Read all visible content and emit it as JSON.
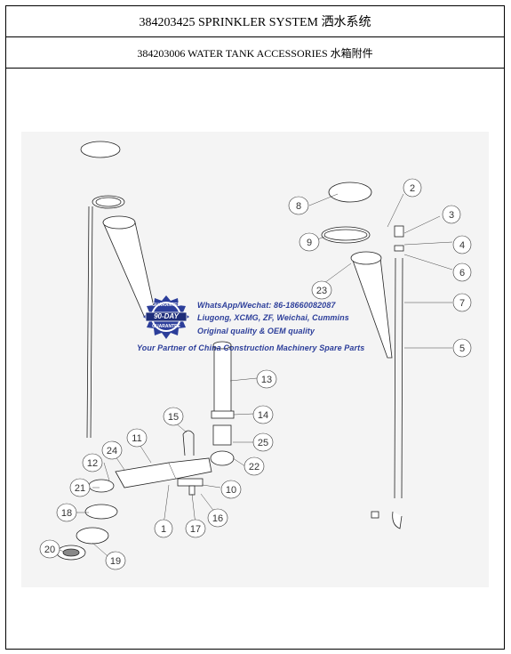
{
  "header": {
    "system_title": "384203425 SPRINKLER SYSTEM 洒水系统",
    "group_title": "384203006 WATER TANK ACCESSORIES 水箱附件"
  },
  "watermark": {
    "line1": "WhatsApp/Wechat: 86-18660082087",
    "line2": "Liugong, XCMG, ZF, Weichai, Cummins",
    "line3": "Original quality & OEM quality",
    "line4": "Your Partner of China Construction Machinery Spare Parts",
    "seal_top": "GUARANTEE",
    "seal_middle": "90-DAY",
    "seal_bottom": "GUARANTEE"
  },
  "callouts": [
    "1",
    "2",
    "3",
    "4",
    "5",
    "6",
    "7",
    "8",
    "9",
    "10",
    "11",
    "12",
    "13",
    "14",
    "15",
    "16",
    "17",
    "18",
    "19",
    "20",
    "21",
    "22",
    "23",
    "24",
    "25"
  ],
  "colors": {
    "line": "#000000",
    "watermark": "#2c3e9a",
    "drawing_bg": "#f4f4f4"
  }
}
